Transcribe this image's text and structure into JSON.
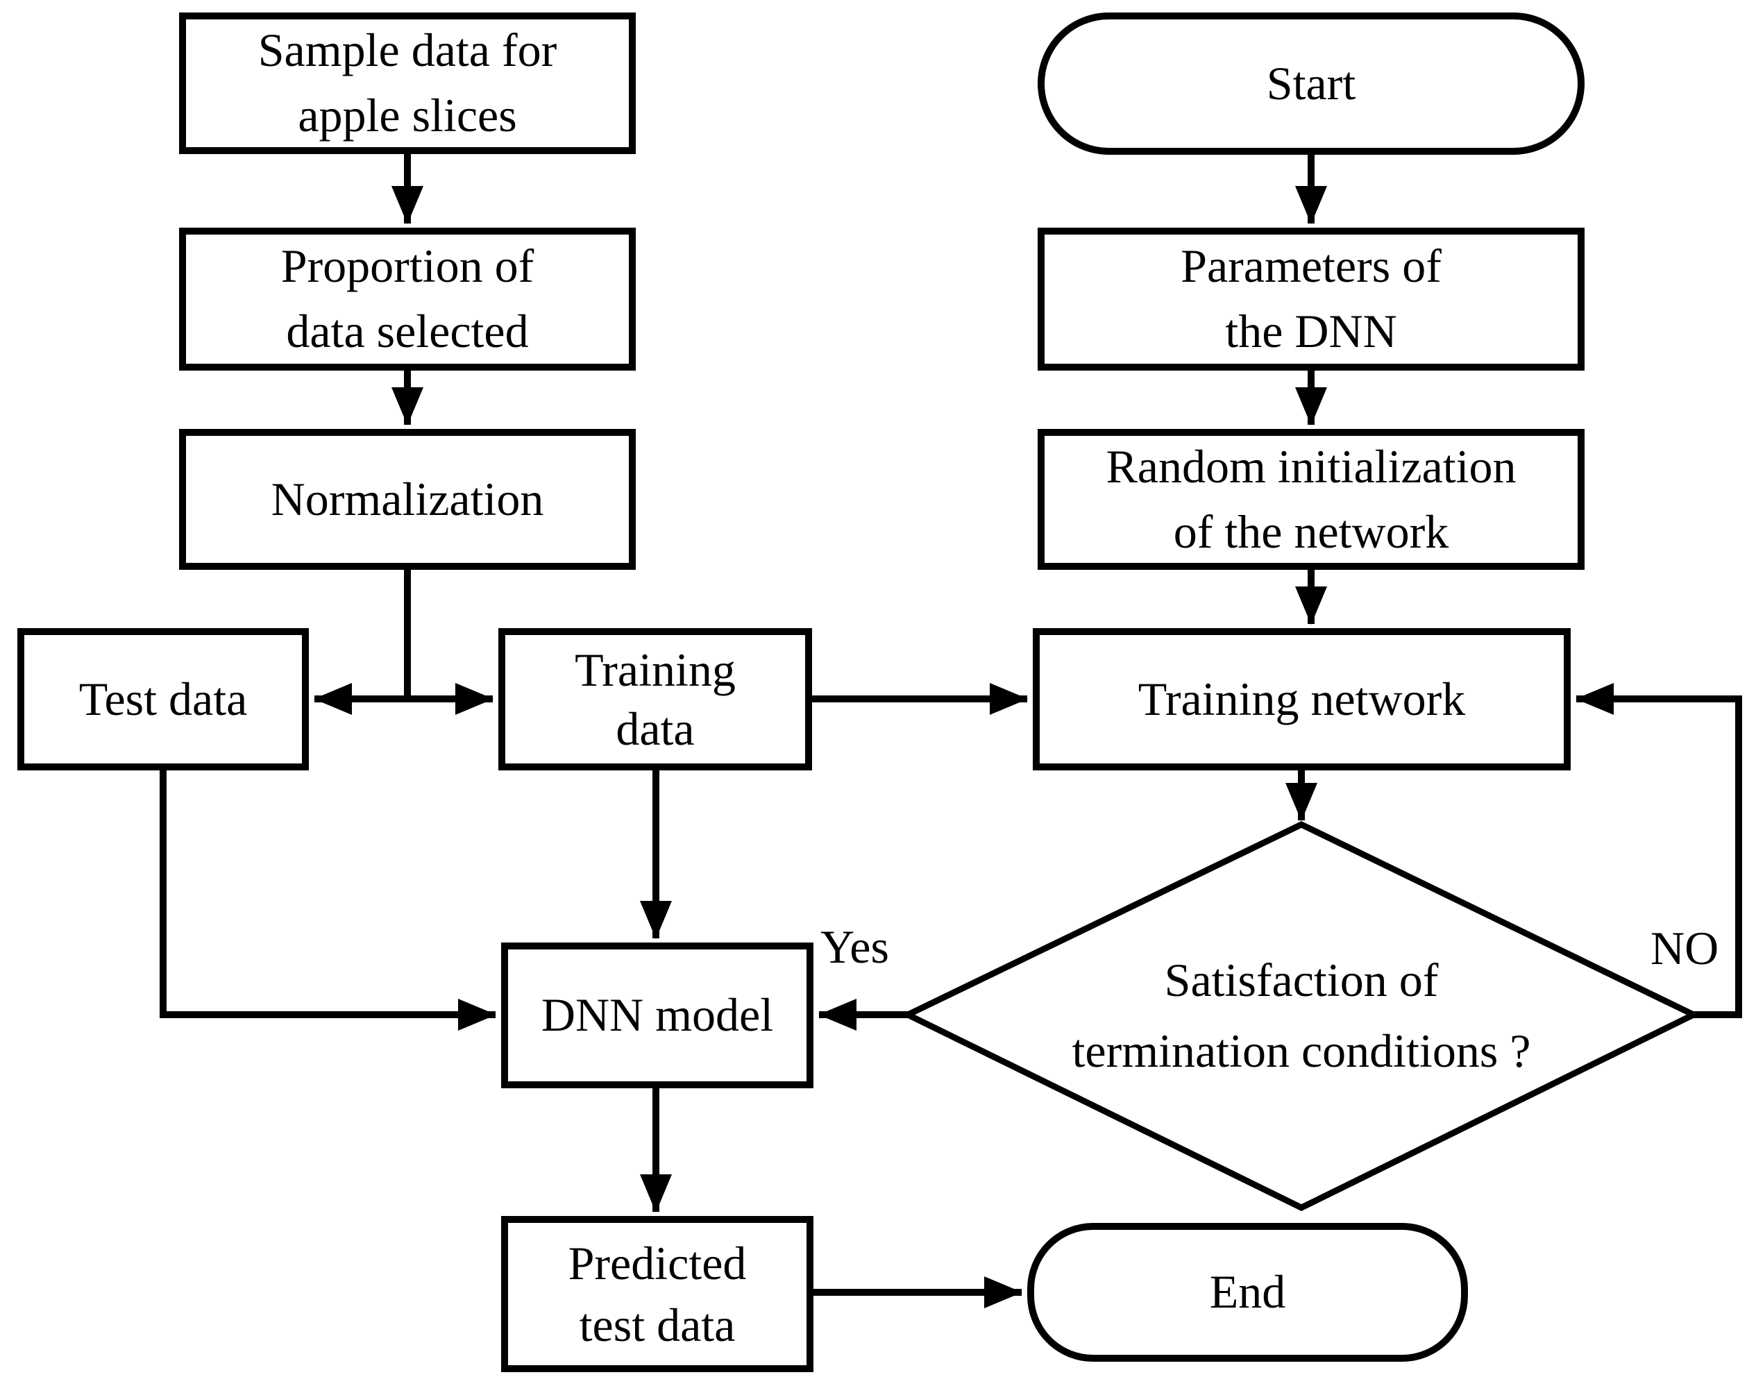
{
  "diagram": {
    "background_color": "#ffffff",
    "line_color": "#000000",
    "node_fill_color": "#ffffff",
    "nodes": {
      "sample_data": {
        "line1": "Sample data for",
        "line2": "apple slices"
      },
      "proportion": {
        "line1": "Proportion of",
        "line2": "data selected"
      },
      "normalization": {
        "line1": "Normalization"
      },
      "test_data": {
        "line1": "Test data"
      },
      "training_data": {
        "line1": "Training",
        "line2": "data"
      },
      "start": {
        "line1": "Start"
      },
      "parameters": {
        "line1": "Parameters of",
        "line2": "the DNN"
      },
      "random_init": {
        "line1": "Random initialization",
        "line2": "of the network"
      },
      "training_network": {
        "line1": "Training network"
      },
      "decision": {
        "line1": "Satisfaction of",
        "line2": "termination conditions ?"
      },
      "dnn_model": {
        "line1": "DNN model"
      },
      "predicted": {
        "line1": "Predicted",
        "line2": "test data"
      },
      "end": {
        "line1": "End"
      }
    },
    "edge_labels": {
      "yes": "Yes",
      "no": "NO"
    }
  }
}
